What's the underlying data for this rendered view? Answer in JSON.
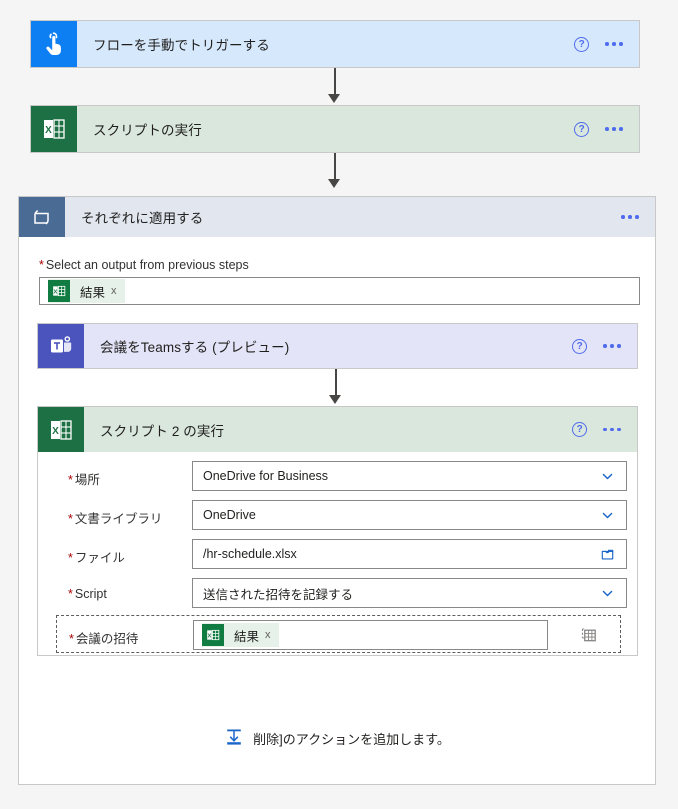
{
  "flow": {
    "steps": [
      {
        "id": "trigger",
        "title": "フローを手動でトリガーする",
        "icon": "touch-hand-icon",
        "icon_bg": "#0d7ff2",
        "body_bg": "#d6e8fb",
        "help_label": "?",
        "more_label": "..."
      },
      {
        "id": "run-script",
        "title": "スクリプトの実行",
        "icon": "excel-icon",
        "icon_bg": "#1d7044",
        "body_bg": "#d9e7dd",
        "help_label": "?",
        "more_label": "..."
      }
    ],
    "foreach": {
      "title": "それぞれに適用する",
      "icon": "loop-icon",
      "icon_bg": "#4a6b94",
      "header_bg": "#e1e6ef",
      "more_label": "...",
      "output_field": {
        "label": "Select an output from previous steps",
        "required": true,
        "token": {
          "text": "結果",
          "remove_label": "x",
          "icon": "excel-icon"
        }
      },
      "teams_step": {
        "title": "会議をTeamsする (プレビュー)",
        "icon": "teams-icon",
        "icon_bg": "#4b53bc",
        "body_bg": "#e3e4f7",
        "help_label": "?",
        "more_label": "..."
      },
      "script_step": {
        "title": "スクリプト 2 の実行",
        "icon": "excel-icon",
        "icon_bg": "#1d7044",
        "body_bg": "#d9e7dd",
        "help_label": "?",
        "more_label": "...",
        "fields": [
          {
            "id": "location",
            "label": "場所",
            "required": true,
            "value": "OneDrive for Business",
            "control": "dropdown",
            "icon": "chevron-down-icon"
          },
          {
            "id": "document-library",
            "label": "文書ライブラリ",
            "required": true,
            "value": "OneDrive",
            "control": "dropdown",
            "icon": "chevron-down-icon"
          },
          {
            "id": "file",
            "label": "ファイル",
            "required": true,
            "value": "/hr-schedule.xlsx",
            "control": "file-picker",
            "icon": "folder-icon"
          },
          {
            "id": "script",
            "label": "Script",
            "required": true,
            "value": "送信された招待を記録する",
            "control": "dropdown",
            "icon": "chevron-down-icon"
          }
        ],
        "token_field": {
          "id": "meeting-invitation",
          "label": "会議の招待",
          "required": true,
          "token": {
            "text": "結果",
            "remove_label": "x",
            "icon": "excel-icon"
          },
          "trailing_icon": "dynamic-content-icon"
        }
      }
    },
    "add_action": {
      "text": "削除]のアクションを追加します。",
      "icon": "insert-below-icon",
      "icon_color": "#1a66c9"
    }
  },
  "colors": {
    "canvas_bg": "#f5f5f5",
    "accent_blue": "#4f6bed",
    "required_red": "#a80000",
    "connector": "#484644"
  }
}
